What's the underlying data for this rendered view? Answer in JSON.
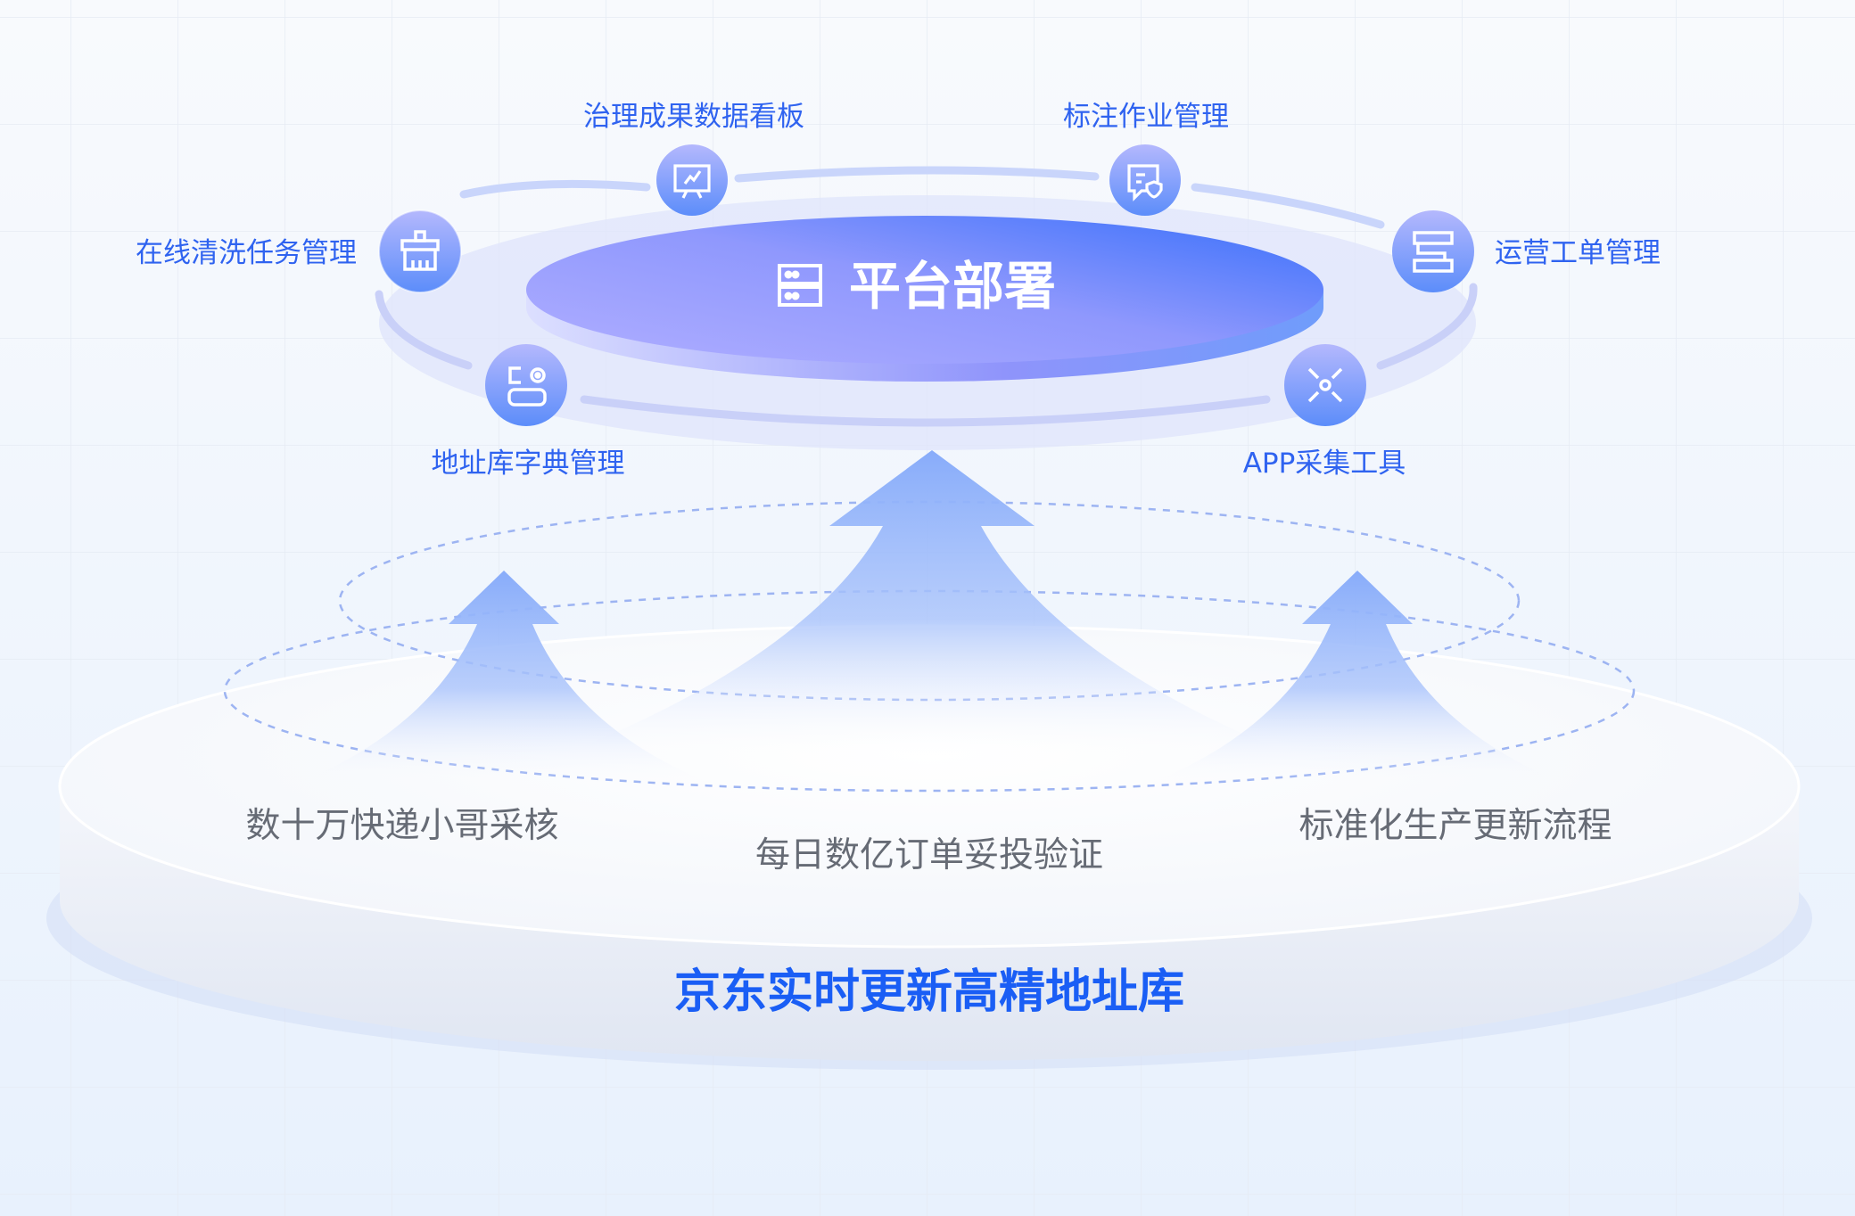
{
  "center": {
    "title": "平台部署",
    "icon": "server-icon"
  },
  "modules": [
    {
      "label": "在线清洗任务管理",
      "icon": "broom-icon"
    },
    {
      "label": "治理成果数据看板",
      "icon": "presentation-chart-icon"
    },
    {
      "label": "标注作业管理",
      "icon": "annotation-shield-icon"
    },
    {
      "label": "运营工单管理",
      "icon": "workflow-icon"
    },
    {
      "label": "地址库字典管理",
      "icon": "dictionary-icon"
    },
    {
      "label": "APP采集工具",
      "icon": "scan-icon"
    }
  ],
  "foundation": {
    "title": "京东实时更新高精地址库",
    "points": [
      "数十万快递小哥采核",
      "每日数亿订单妥投验证",
      "标准化生产更新流程"
    ]
  },
  "colors": {
    "accent": "#2f63f0",
    "title": "#1a5ef5",
    "text": "#666b75"
  }
}
